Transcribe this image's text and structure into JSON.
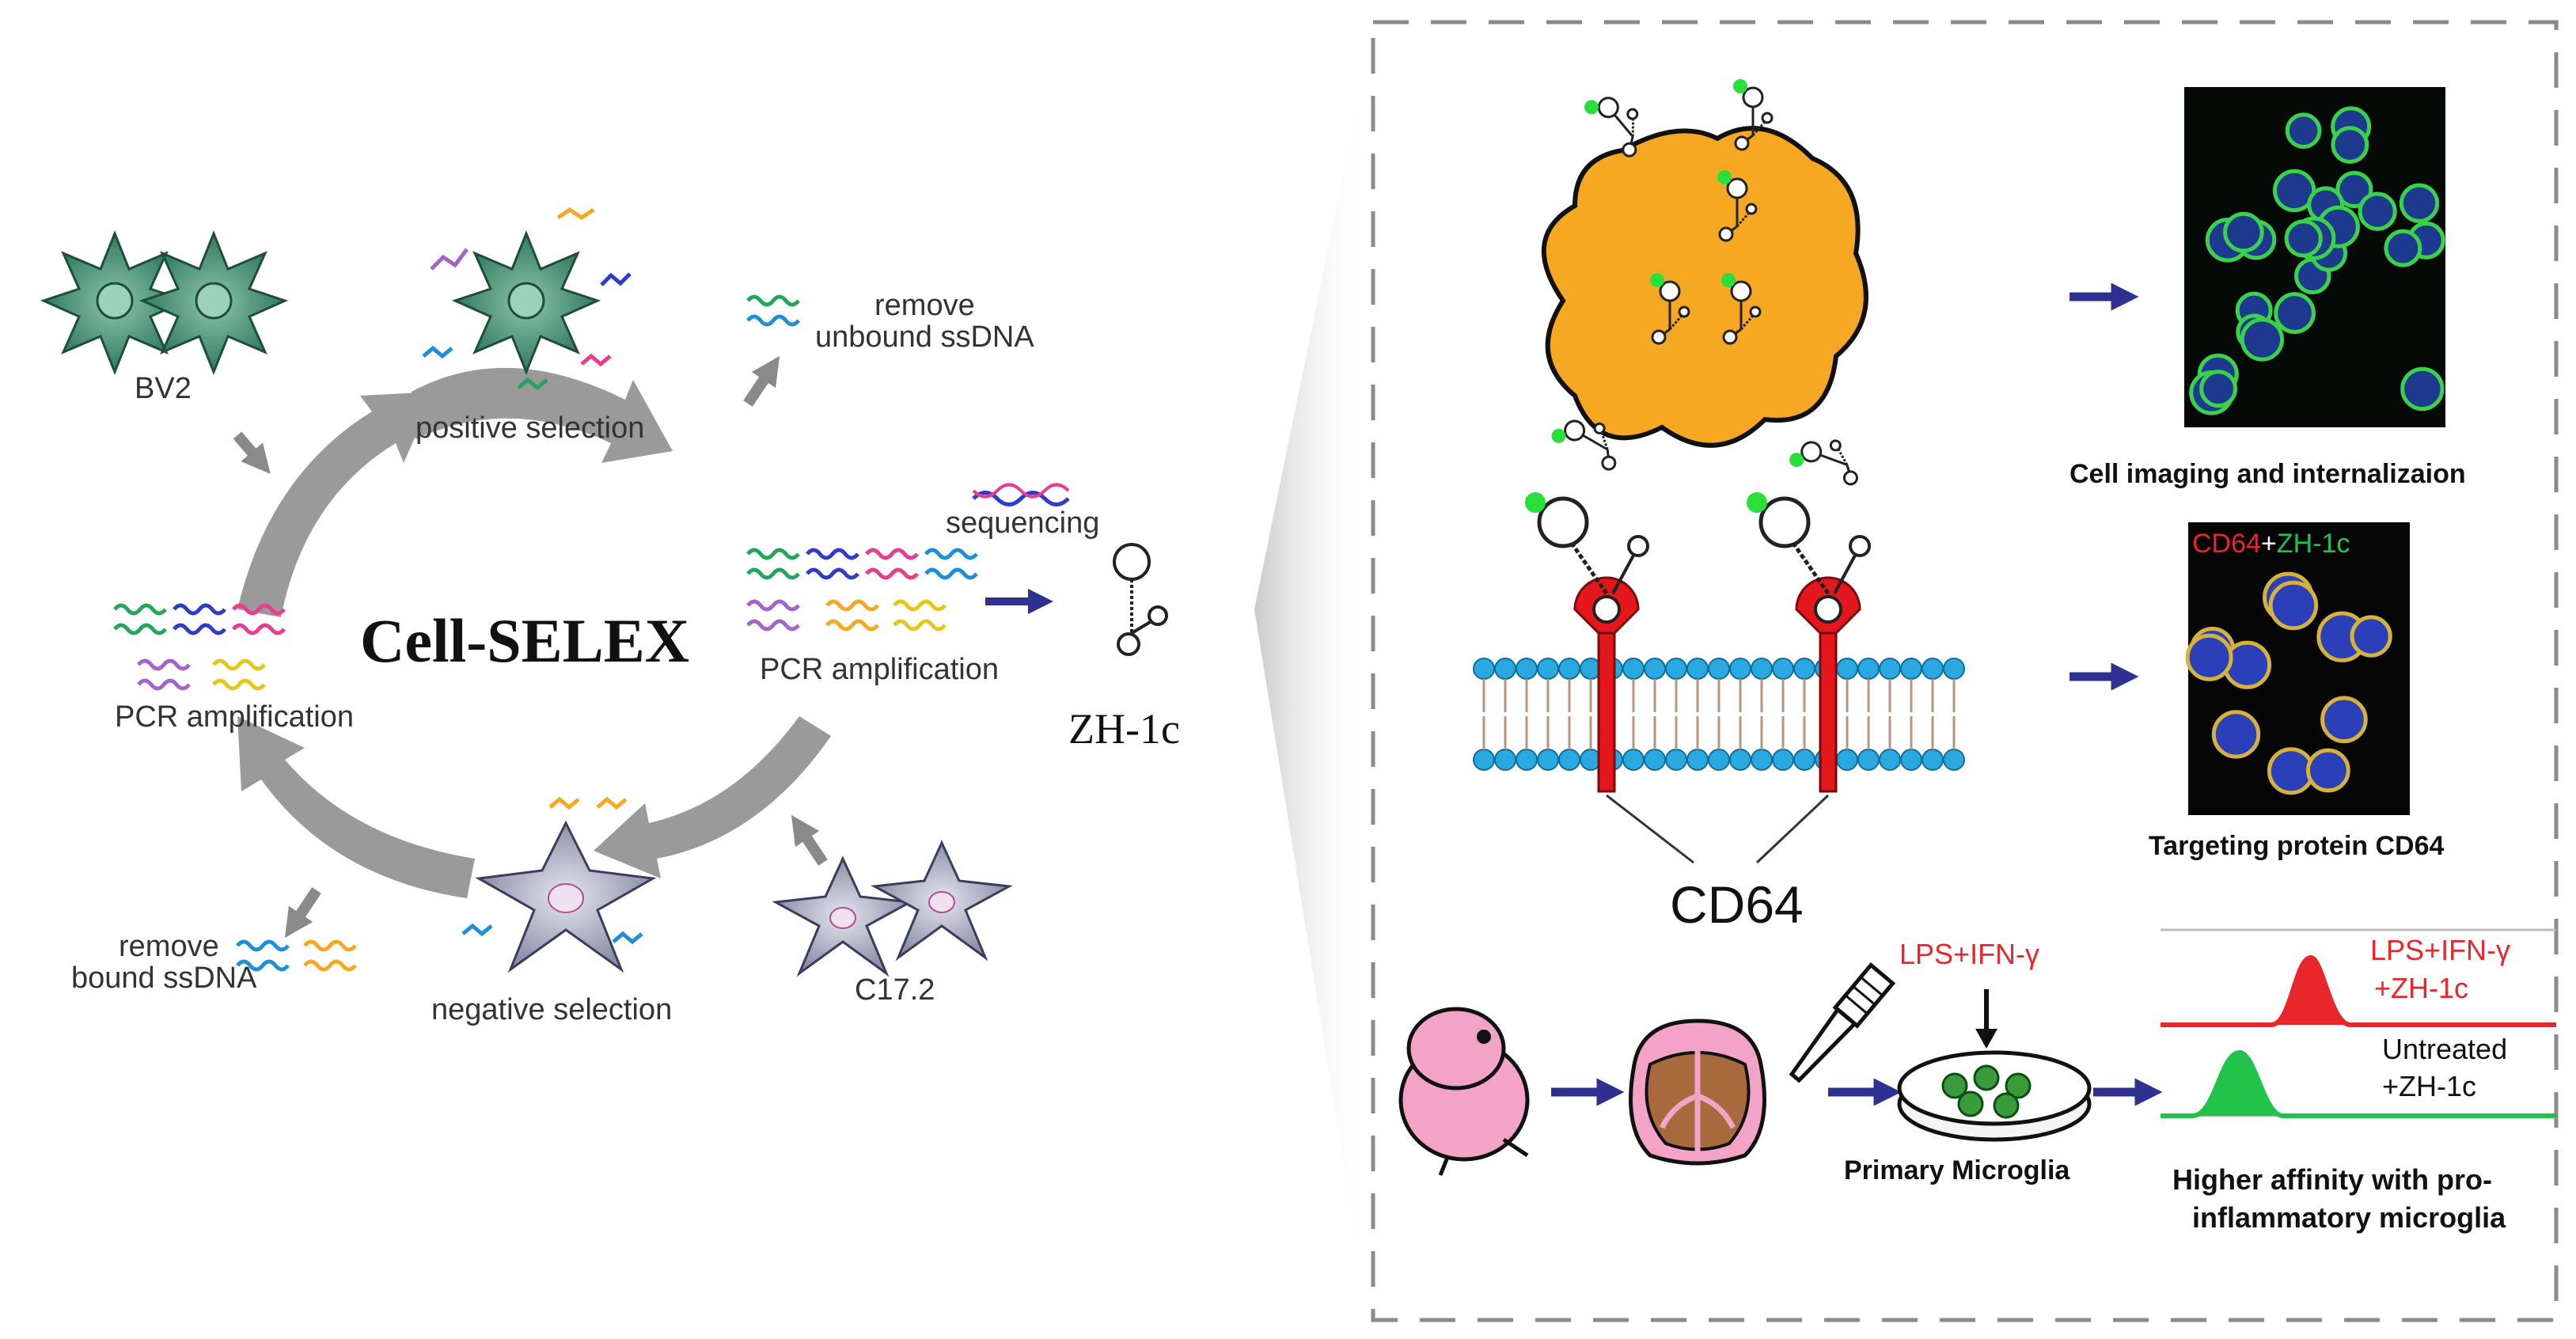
{
  "labels": {
    "bv2": "BV2",
    "positive_selection": "positive selection",
    "remove_unbound": "remove",
    "unbound_ssdna": "unbound ssDNA",
    "sequencing": "sequencing",
    "pcr_right": "PCR amplification",
    "pcr_left": "PCR amplification",
    "cell_selex": "Cell-SELEX",
    "negative_selection": "negative selection",
    "c172": "C17.2",
    "remove_bound": "remove",
    "bound_ssdna": "bound ssDNA",
    "aptamer": "ZH-1c",
    "cd64": "CD64",
    "cell_imaging": "Cell imaging and internalizaion",
    "targeting": "Targeting protein CD64",
    "overlay_cd64": "CD64",
    "overlay_plus": "+",
    "overlay_zh": "ZH-1c",
    "lps_treatment": "LPS+IFN-γ",
    "primary_microglia": "Primary Microglia",
    "legend_lps_1": "LPS+IFN-γ",
    "legend_lps_2": "+ZH-1c",
    "legend_untreated_1": "Untreated",
    "legend_untreated_2": "+ZH-1c",
    "affinity_1": "Higher affinity with pro-",
    "affinity_2": "inflammatory microglia"
  },
  "colors": {
    "arrow": "#2e3192",
    "cell_green": "#3f8a6e",
    "cell_orange": "#f7a823",
    "membrane_blue": "#2aa8e0",
    "receptor_red": "#e3171c",
    "flow_red": "#e8262b",
    "flow_green": "#21c34b"
  }
}
